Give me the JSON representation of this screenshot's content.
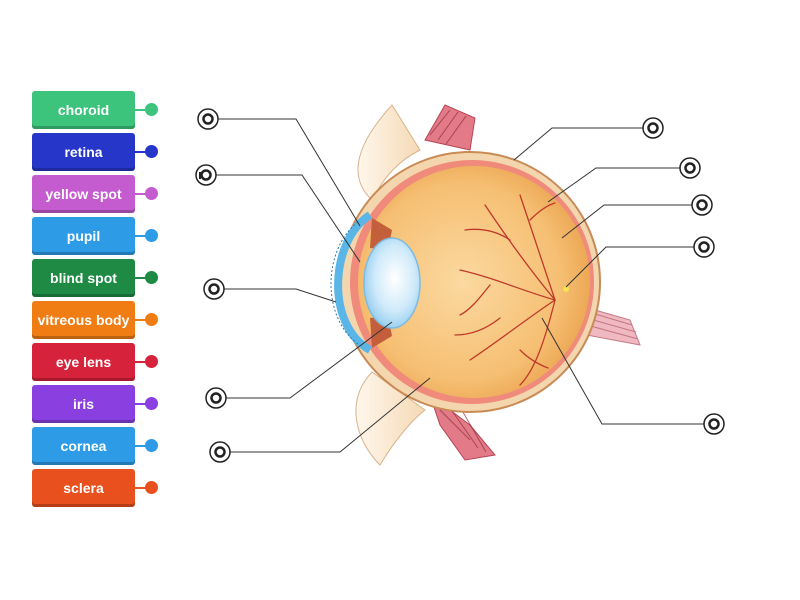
{
  "labels": [
    {
      "text": "choroid",
      "color": "#3cc47c"
    },
    {
      "text": "retina",
      "color": "#2536c9"
    },
    {
      "text": "yellow spot",
      "color": "#c45ccf"
    },
    {
      "text": "pupil",
      "color": "#2e9be6"
    },
    {
      "text": "blind spot",
      "color": "#1f8a44"
    },
    {
      "text": "vitreous body",
      "color": "#f07d14"
    },
    {
      "text": "eye lens",
      "color": "#d6223a"
    },
    {
      "text": "iris",
      "color": "#8a3fe0"
    },
    {
      "text": "cornea",
      "color": "#2e9be6"
    },
    {
      "text": "sclera",
      "color": "#e8501e"
    }
  ],
  "icons": {
    "target": "target-icon",
    "target_alt": "partial-target-icon"
  }
}
